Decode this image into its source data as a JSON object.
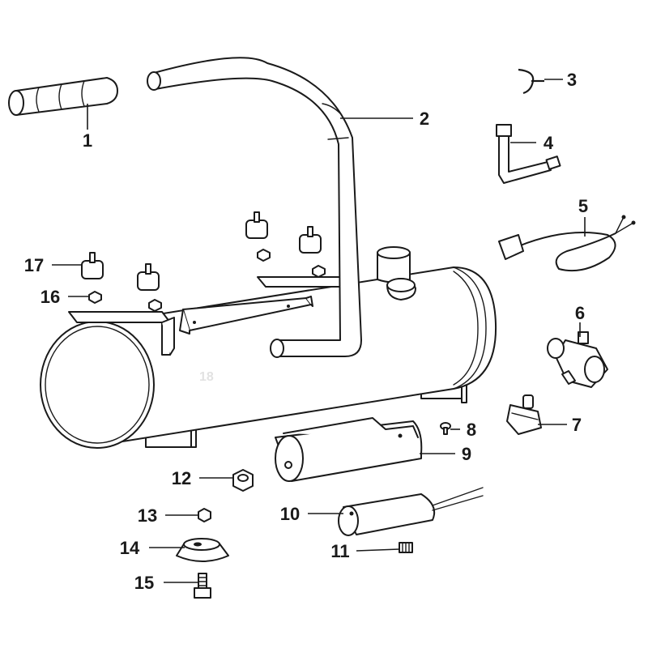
{
  "callouts": [
    {
      "id": "1",
      "label": "1"
    },
    {
      "id": "2",
      "label": "2"
    },
    {
      "id": "3",
      "label": "3"
    },
    {
      "id": "4",
      "label": "4"
    },
    {
      "id": "5",
      "label": "5"
    },
    {
      "id": "6",
      "label": "6"
    },
    {
      "id": "7",
      "label": "7"
    },
    {
      "id": "8",
      "label": "8"
    },
    {
      "id": "9",
      "label": "9"
    },
    {
      "id": "10",
      "label": "10"
    },
    {
      "id": "11",
      "label": "11"
    },
    {
      "id": "12",
      "label": "12"
    },
    {
      "id": "13",
      "label": "13"
    },
    {
      "id": "14",
      "label": "14"
    },
    {
      "id": "15",
      "label": "15"
    },
    {
      "id": "16",
      "label": "16"
    },
    {
      "id": "17",
      "label": "17"
    }
  ],
  "watermark": "18",
  "colors": {
    "line": "#1a1a1a",
    "fill": "#ffffff",
    "watermark": "#e2e2e2"
  }
}
